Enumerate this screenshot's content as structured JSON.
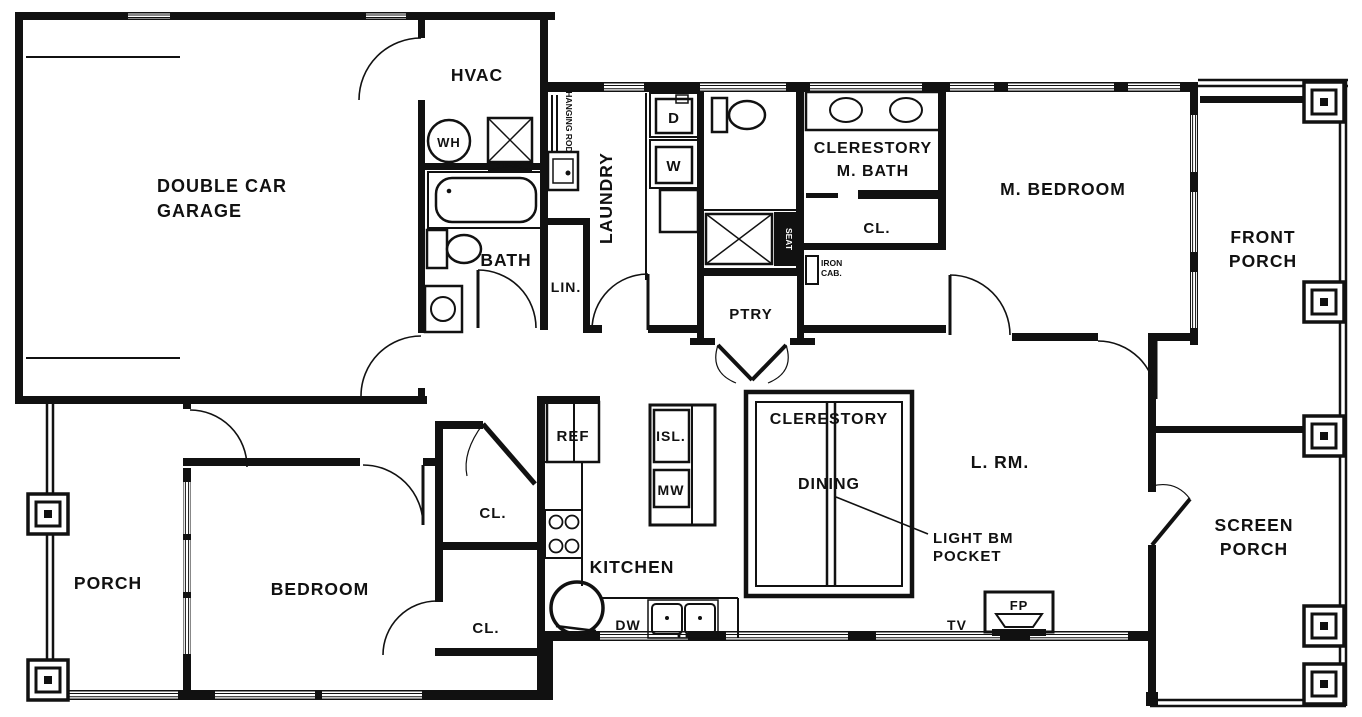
{
  "plan_title": "residential floor plan",
  "colors": {
    "wall": "#111111",
    "background": "#ffffff"
  },
  "rooms": {
    "garage1": "DOUBLE CAR",
    "garage2": "GARAGE",
    "hvac": "HVAC",
    "bath": "BATH",
    "lin": "LIN.",
    "laundry": "LAUNDRY",
    "mbath1": "CLERESTORY",
    "mbath2": "M. BATH",
    "mbath_closet": "CL.",
    "mbed": "M. BEDROOM",
    "front_porch1": "FRONT",
    "front_porch2": "PORCH",
    "pantry": "PTRY",
    "dining1": "CLERESTORY",
    "dining2": "DINING",
    "living": "L. RM.",
    "kitchen": "KITCHEN",
    "screen_porch1": "SCREEN",
    "screen_porch2": "PORCH",
    "porch": "PORCH",
    "bedroom": "BEDROOM",
    "closet_upper": "CL.",
    "closet_lower": "CL."
  },
  "fixtures": {
    "water_heater": "WH",
    "dryer": "D",
    "washer": "W",
    "hanging_rod": "HANGING ROD",
    "seat": "SEAT",
    "iron_cab1": "IRON",
    "iron_cab2": "CAB.",
    "refrigerator": "REF",
    "island": "ISL.",
    "microwave": "MW",
    "dishwasher": "DW",
    "tv": "TV",
    "fireplace": "FP"
  },
  "annotations": {
    "light_beam1": "LIGHT BM",
    "light_beam2": "POCKET"
  }
}
